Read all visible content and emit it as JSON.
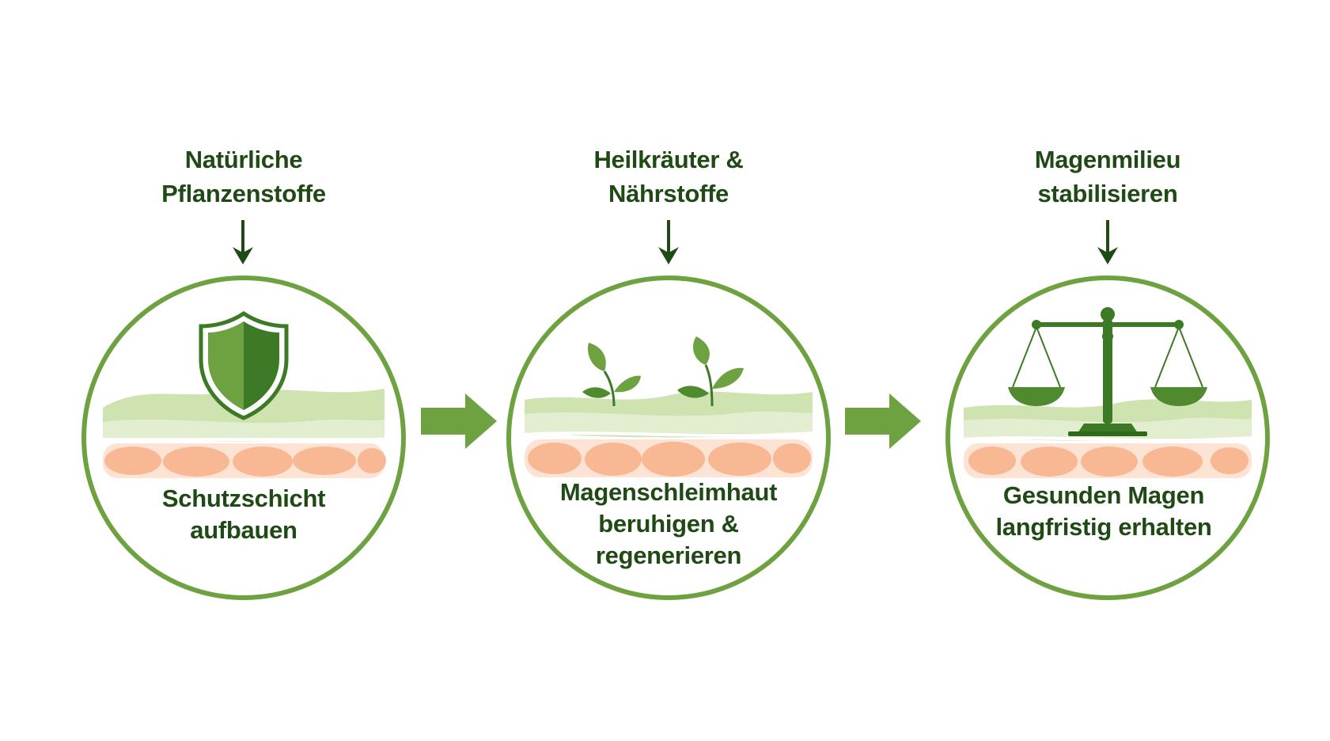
{
  "steps": [
    {
      "input_label": [
        "Natürliche",
        "Pflanzenstoffe"
      ],
      "result_label": [
        "Schutzschicht",
        "aufbauen"
      ],
      "icon": "shield-icon"
    },
    {
      "input_label": [
        "Heilkräuter &",
        "Nährstoffe"
      ],
      "result_label": [
        "Magenschleimhaut",
        "beruhigen &",
        "regenerieren"
      ],
      "icon": "leaf-sprout-icon"
    },
    {
      "input_label": [
        "Magenmilieu",
        "stabilisieren"
      ],
      "result_label": [
        "Gesunden Magen",
        "langfristig erhalten"
      ],
      "icon": "balance-scale-icon"
    }
  ],
  "colors": {
    "ring": "#6ea140",
    "arrow_flow": "#6ea140",
    "arrow_down": "#1f4a15",
    "text": "#1f4a15",
    "mucosa_green": "#cfe3b0",
    "tissue_peach": "#f7b893"
  }
}
